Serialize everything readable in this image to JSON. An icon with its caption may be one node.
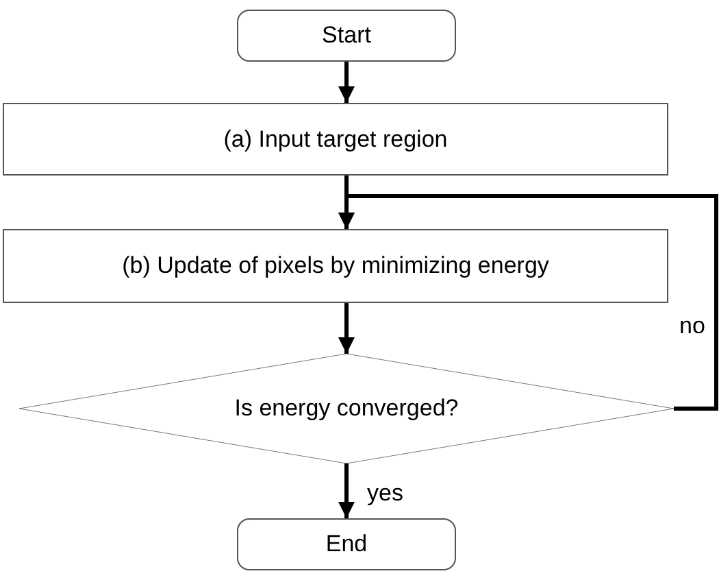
{
  "diagram": {
    "nodes": [
      {
        "text": [
          "Start"
        ]
      },
      {
        "text": [
          "(a) Input target region"
        ]
      },
      {
        "text": [
          "(b) Update of pixels by minimizing energy"
        ]
      },
      {
        "text": [
          "Is energy converged?"
        ]
      },
      {
        "text": [
          "End"
        ]
      }
    ],
    "edges": [
      {
        "from": 0,
        "to": 1,
        "arrow": "to"
      },
      {
        "from": 1,
        "to": 2,
        "arrow": "to"
      },
      {
        "from": 2,
        "to": 3,
        "arrow": "to"
      },
      {
        "from": 3,
        "to": 2,
        "arrow": "to",
        "label": "no"
      },
      {
        "from": 3,
        "to": 4,
        "arrow": "to",
        "label": "yes"
      }
    ]
  }
}
